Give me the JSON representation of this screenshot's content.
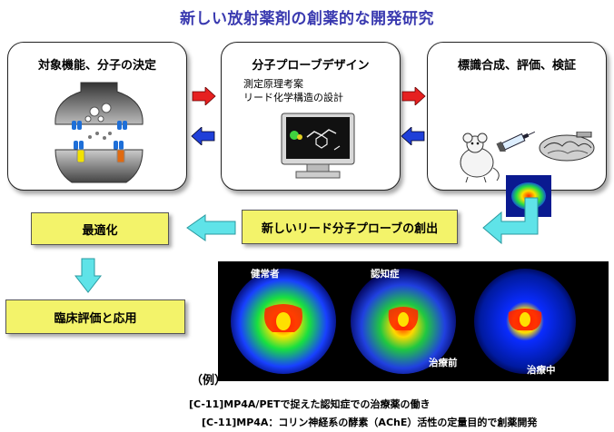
{
  "title": "新しい放射薬剤の創薬的な開発研究",
  "panels": {
    "left": {
      "title": "対象機能、分子の決定"
    },
    "center": {
      "title": "分子プローブデザイン",
      "lines": [
        "測定原理考案",
        "リード化学構造の設計"
      ]
    },
    "right": {
      "title": "標識合成、評価、検証"
    }
  },
  "steps": {
    "lead": "新しいリード分子プローブの創出",
    "optimize": "最適化",
    "clinical": "臨床評価と応用"
  },
  "pet": {
    "labels": [
      "健常者",
      "認知症",
      "治療前",
      "治療中"
    ]
  },
  "captions": {
    "example": "（例）",
    "line1": "[C-11]MP4A/PETで捉えた認知症での治療薬の働き",
    "line2": "[C-11]MP4A：コリン神経系の酵素（AChE）活性の定量目的で創薬開発"
  },
  "colors": {
    "title": "#3a3ab0",
    "box_yellow": "#f3f36a",
    "arrow_cyan": "#5fe3e8",
    "arrow_red": "#e62020",
    "arrow_blue": "#1f3fd8"
  }
}
